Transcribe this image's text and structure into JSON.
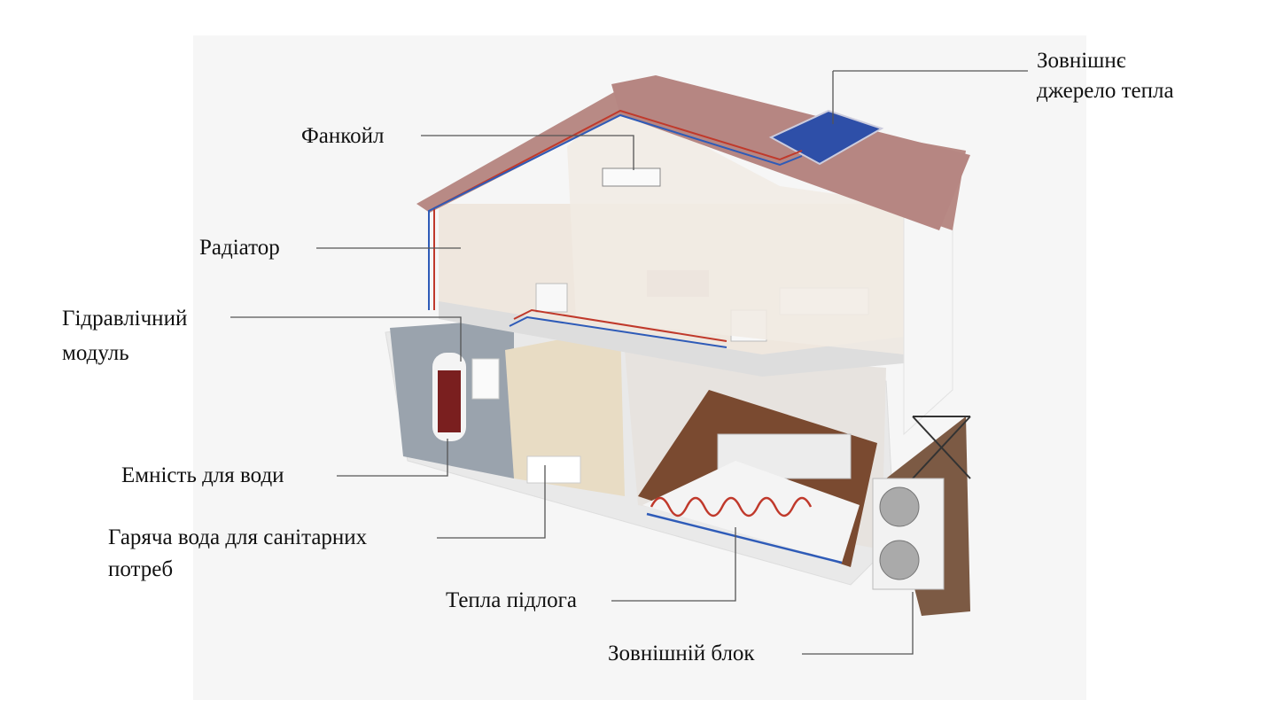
{
  "labels": {
    "fancoil": "Фанкойл",
    "external_heat_source_1": "Зовнішнє",
    "external_heat_source_2": "джерело тепла",
    "radiator": "Радіатор",
    "hydraulic_module_1": "Гідравлічний",
    "hydraulic_module_2": "модуль",
    "water_tank": "Емність для води",
    "hot_water_1": "Гаряча вода для санітарних",
    "hot_water_2": "потреб",
    "floor_heating": "Тепла підлога",
    "outdoor_unit": "Зовнішній блок"
  },
  "colors": {
    "roof": "#b88a85",
    "wall": "#ffffff",
    "hot_pipe": "#c0392b",
    "cold_pipe": "#2e5bb8",
    "floor": "#8a5a3c",
    "leader": "#555555"
  }
}
